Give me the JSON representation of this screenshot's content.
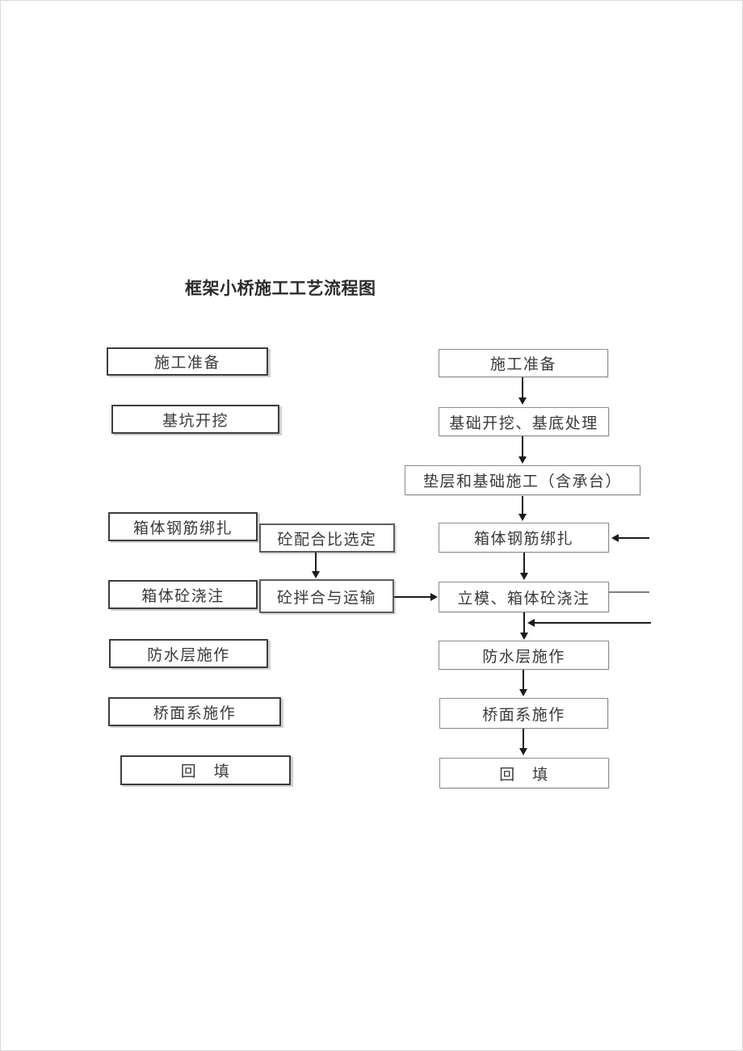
{
  "title": {
    "text": "框架小桥施工工艺流程图"
  },
  "left": {
    "boxes": [
      {
        "label": "施工准备"
      },
      {
        "label": "基坑开挖"
      },
      {
        "label": "箱体钢筋绑扎"
      },
      {
        "label": "箱体砼浇注"
      },
      {
        "label": "防水层施作"
      },
      {
        "label": "桥面系施作"
      },
      {
        "label": "回　填"
      }
    ]
  },
  "middle": {
    "boxes": [
      {
        "label": "砼配合比选定"
      },
      {
        "label": "砼拌合与运输"
      }
    ]
  },
  "right": {
    "boxes": [
      {
        "label": "施工准备"
      },
      {
        "label": "基础开挖、基底处理"
      },
      {
        "label": "垫层和基础施工（含承台）"
      },
      {
        "label": "箱体钢筋绑扎"
      },
      {
        "label": "立模、箱体砼浇注"
      },
      {
        "label": "防水层施作"
      },
      {
        "label": "桥面系施作"
      },
      {
        "label": "回　填"
      }
    ]
  },
  "edges": [
    {
      "from": "施工准备",
      "to": "基础开挖、基底处理",
      "type": "arrow-down"
    },
    {
      "from": "基础开挖、基底处理",
      "to": "垫层和基础施工（含承台）",
      "type": "arrow-down"
    },
    {
      "from": "垫层和基础施工（含承台）",
      "to": "箱体钢筋绑扎",
      "type": "arrow-down"
    },
    {
      "from": "箱体钢筋绑扎",
      "to": "立模、箱体砼浇注",
      "type": "arrow-down"
    },
    {
      "from": "立模、箱体砼浇注",
      "to": "防水层施作",
      "type": "arrow-down"
    },
    {
      "from": "防水层施作",
      "to": "桥面系施作",
      "type": "arrow-down"
    },
    {
      "from": "桥面系施作",
      "to": "回　填",
      "type": "arrow-down"
    },
    {
      "from": "砼配合比选定",
      "to": "砼拌合与运输",
      "type": "arrow-down"
    },
    {
      "from": "砼拌合与运输",
      "to": "立模、箱体砼浇注",
      "type": "arrow-right"
    },
    {
      "from": "right-edge-line",
      "to": "箱体钢筋绑扎",
      "type": "arrow-left"
    },
    {
      "from": "立模、箱体砼浇注",
      "to": "right-edge-line",
      "type": "line-right"
    },
    {
      "from": "right-edge-line",
      "to": "立模下方连接线",
      "type": "arrow-left"
    }
  ],
  "colors": {
    "background": "#ffffff",
    "left_box_border": "#3d3d3d",
    "mid_box_border": "#5e5e5e",
    "right_box_border": "#8e8e8e",
    "text": "#3a3a3a",
    "arrow": "#1c1c1c"
  }
}
